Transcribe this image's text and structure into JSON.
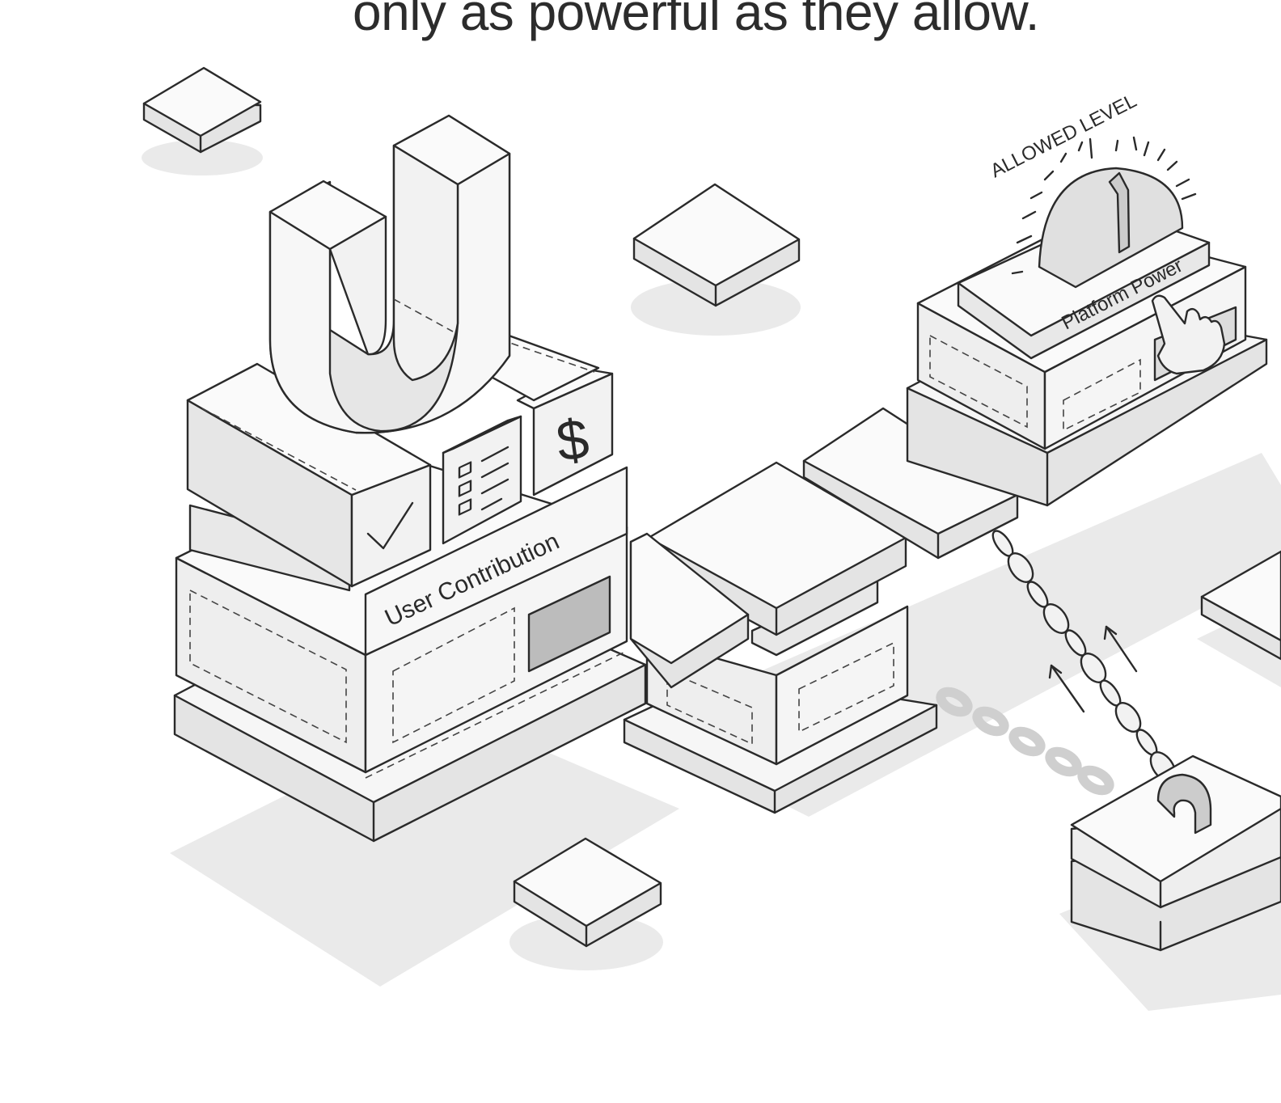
{
  "heading": {
    "text": "only as powerful as they allow."
  },
  "labels": {
    "user_contribution": "User Contribution",
    "platform_power": "Platform Power",
    "allowed_level": "ALLOWED LEVEL"
  },
  "icons": {
    "magnet": "magnet-icon",
    "check": "checkmark-icon",
    "list": "list-icon",
    "dollar": "dollar-icon",
    "chain": "chain-icon",
    "hand": "pointing-hand-icon",
    "gauge": "gauge-icon"
  },
  "colors": {
    "stroke": "#2a2a2a",
    "top_face": "#fafafa",
    "side_face": "#e4e4e4",
    "shadow": "#e9e9e9"
  }
}
